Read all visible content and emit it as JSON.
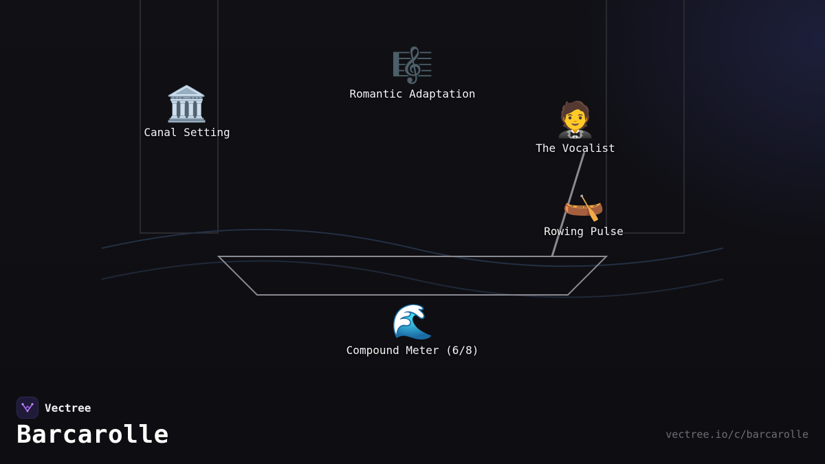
{
  "brand": {
    "name": "Vectree"
  },
  "title": "Barcarolle",
  "url": "vectree.io/c/barcarolle",
  "colors": {
    "background": "#0f0f13",
    "structure_line": "#8a8a92",
    "pillar_line": "#2a2a30",
    "wave_line": "#243044",
    "logo_bg": "#1e1a38",
    "logo_accent": "#a86cf0"
  },
  "nodes": {
    "canal_setting": {
      "icon": "classical-building-icon",
      "glyph": "🏛️",
      "label": "Canal Setting"
    },
    "romantic_adaptation": {
      "icon": "musical-score-icon",
      "glyph": "🎼",
      "label": "Romantic Adaptation"
    },
    "the_vocalist": {
      "icon": "person-in-tuxedo-icon",
      "glyph": "🤵",
      "label": "The Vocalist"
    },
    "rowing_pulse": {
      "icon": "canoe-icon",
      "glyph": "🛶",
      "label": "Rowing Pulse"
    },
    "compound_meter": {
      "icon": "water-wave-icon",
      "glyph": "🌊",
      "label": "Compound Meter (6/8)"
    }
  }
}
